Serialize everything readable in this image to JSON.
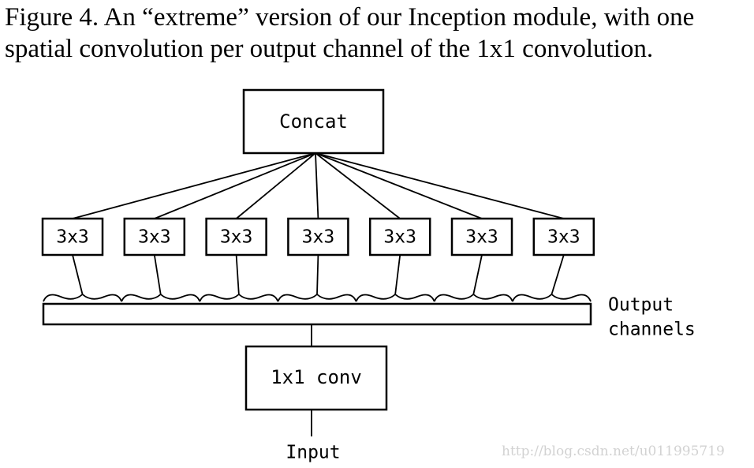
{
  "caption": {
    "line1": "Figure 4. An “extreme” version of our Inception module, with one",
    "line2": "spatial convolution per output channel of the 1x1 convolution."
  },
  "diagram": {
    "concat_label": "Concat",
    "conv_label": "3x3",
    "conv_count": 7,
    "output_channels_label": [
      "Output",
      "channels"
    ],
    "pointwise_label": "1x1 conv",
    "input_label": "Input"
  },
  "watermark": "http://blog.csdn.net/u011995719"
}
